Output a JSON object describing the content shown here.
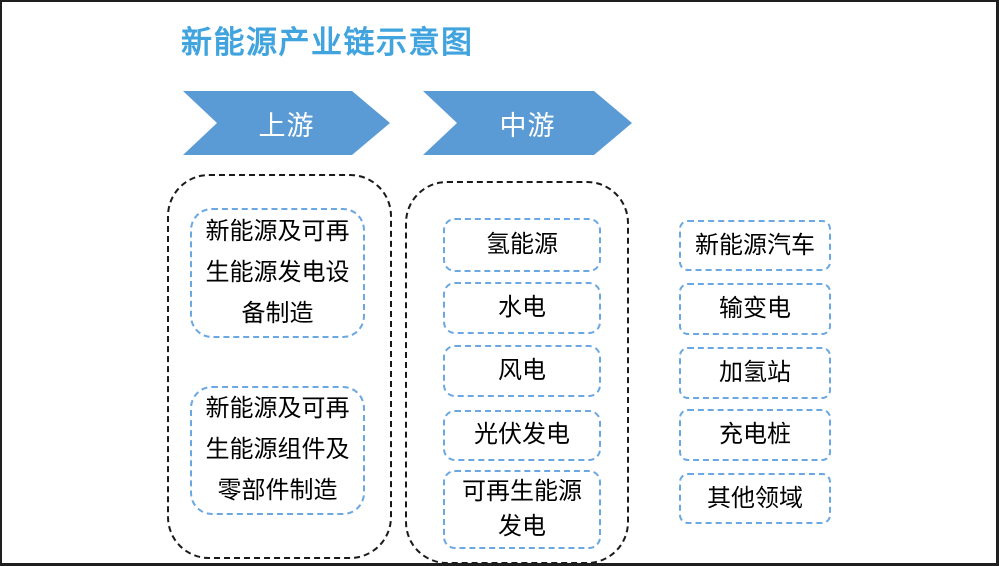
{
  "title": "新能源产业链示意图",
  "colors": {
    "accent_blue": "#5b9bd5",
    "title_blue": "#41a4de",
    "node_border_blue": "#6ba7e0",
    "group_border_black": "#1a1a1a",
    "arrow_text_white": "#ffffff"
  },
  "stages": [
    {
      "header": "上游",
      "items": [
        "新能源及可再\n生能源发电设\n备制造",
        "新能源及可再\n生能源组件及\n零部件制造"
      ]
    },
    {
      "header": "中游",
      "items": [
        "氢能源",
        "水电",
        "风电",
        "光伏发电",
        "可再生能源\n发电"
      ]
    },
    {
      "items": [
        "新能源汽车",
        "输变电",
        "加氢站",
        "充电桩",
        "其他领域"
      ]
    }
  ]
}
